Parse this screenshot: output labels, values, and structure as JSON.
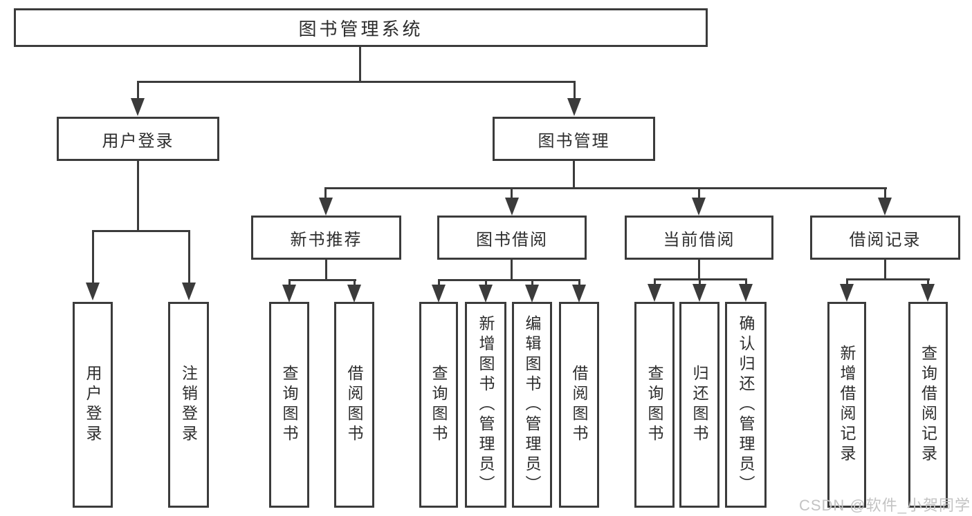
{
  "tree": {
    "root": {
      "label": "图书管理系统",
      "children": [
        {
          "label": "用户登录",
          "children": [
            {
              "label": "用户登录"
            },
            {
              "label": "注销登录"
            }
          ]
        },
        {
          "label": "图书管理",
          "children": [
            {
              "label": "新书推荐",
              "children": [
                {
                  "label": "查询图书"
                },
                {
                  "label": "借阅图书"
                }
              ]
            },
            {
              "label": "图书借阅",
              "children": [
                {
                  "label": "查询图书"
                },
                {
                  "label": "新增图书（管理员）"
                },
                {
                  "label": "编辑图书（管理员）"
                },
                {
                  "label": "借阅图书"
                }
              ]
            },
            {
              "label": "当前借阅",
              "children": [
                {
                  "label": "查询图书"
                },
                {
                  "label": "归还图书"
                },
                {
                  "label": "确认归还（管理员）"
                }
              ]
            },
            {
              "label": "借阅记录",
              "children": [
                {
                  "label": "新增借阅记录"
                },
                {
                  "label": "查询借阅记录"
                }
              ]
            }
          ]
        }
      ]
    }
  },
  "watermark": {
    "text": "CSDN @软件_小贺同学"
  },
  "colors": {
    "line": "#3b3b3b",
    "text": "#2d2d2d",
    "watermark": "#c3c3c3",
    "background": "#ffffff"
  }
}
